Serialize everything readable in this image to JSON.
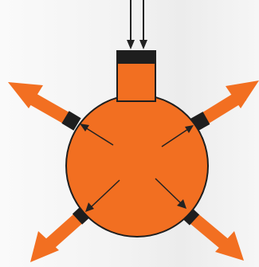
{
  "colors": {
    "fill_primary": "#F26F21",
    "stroke_dark": "#1E1E1E",
    "arrow_dark": "#222222",
    "background_light": "#F2F2F2"
  },
  "diagram": {
    "type": "schematic",
    "elements": [
      "inlet-arrows-pair",
      "inlet-nozzle-block",
      "central-circle",
      "outlet-arrow-top-left",
      "outlet-arrow-top-right",
      "outlet-arrow-bottom-left",
      "outlet-arrow-bottom-right"
    ]
  }
}
